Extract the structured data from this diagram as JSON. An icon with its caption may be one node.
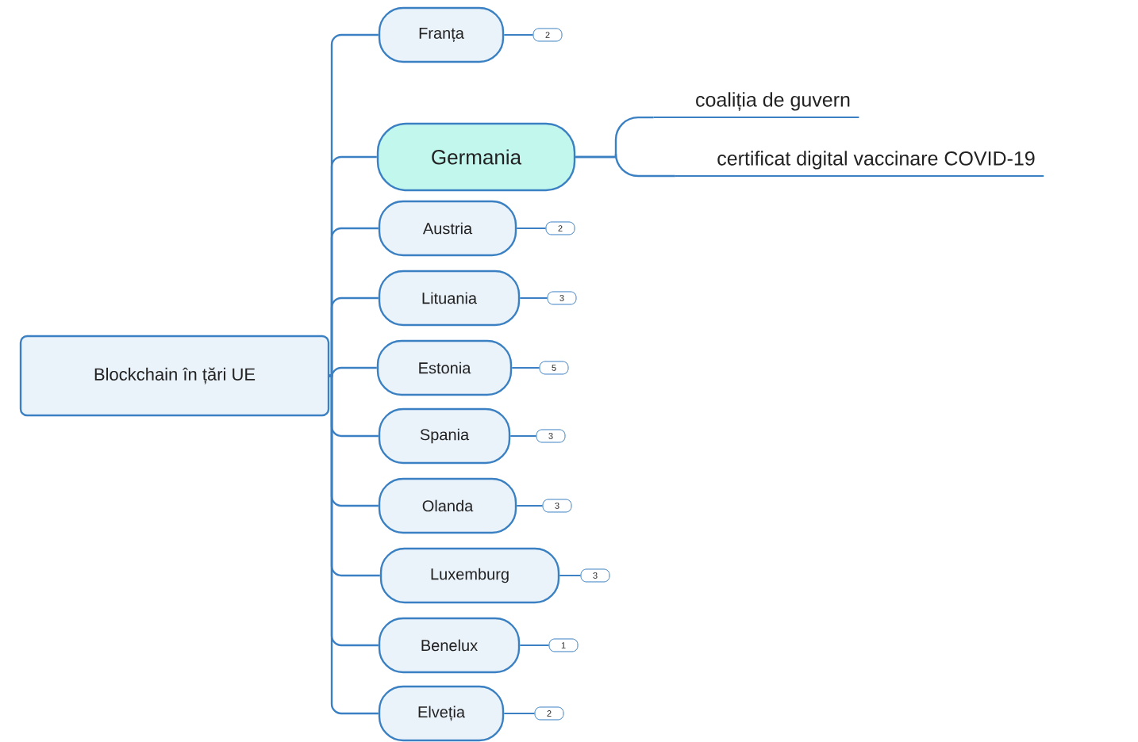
{
  "diagram": {
    "nodes": [
      {
        "text": [
          "Blockchain în țări UE"
        ]
      },
      {
        "text": [
          "Franța"
        ]
      },
      {
        "text": [
          "2"
        ]
      },
      {
        "text": [
          "Germania"
        ]
      },
      {
        "text": [
          "coaliția de guvern"
        ]
      },
      {
        "text": [
          "certificat digital vaccinare COVID-19"
        ]
      },
      {
        "text": [
          "Austria"
        ]
      },
      {
        "text": [
          "2"
        ]
      },
      {
        "text": [
          "Lituania"
        ]
      },
      {
        "text": [
          "3"
        ]
      },
      {
        "text": [
          "Estonia"
        ]
      },
      {
        "text": [
          "5"
        ]
      },
      {
        "text": [
          "Spania"
        ]
      },
      {
        "text": [
          "3"
        ]
      },
      {
        "text": [
          "Olanda"
        ]
      },
      {
        "text": [
          "3"
        ]
      },
      {
        "text": [
          "Luxemburg"
        ]
      },
      {
        "text": [
          "3"
        ]
      },
      {
        "text": [
          "Benelux"
        ]
      },
      {
        "text": [
          "1"
        ]
      },
      {
        "text": [
          "Elveția"
        ]
      },
      {
        "text": [
          "2"
        ]
      }
    ],
    "edges": [
      {
        "from": 0,
        "to": 1,
        "arrow": "none"
      },
      {
        "from": 0,
        "to": 3,
        "arrow": "none"
      },
      {
        "from": 0,
        "to": 6,
        "arrow": "none"
      },
      {
        "from": 0,
        "to": 8,
        "arrow": "none"
      },
      {
        "from": 0,
        "to": 10,
        "arrow": "none"
      },
      {
        "from": 0,
        "to": 12,
        "arrow": "none"
      },
      {
        "from": 0,
        "to": 14,
        "arrow": "none"
      },
      {
        "from": 0,
        "to": 16,
        "arrow": "none"
      },
      {
        "from": 0,
        "to": 18,
        "arrow": "none"
      },
      {
        "from": 0,
        "to": 20,
        "arrow": "none"
      },
      {
        "from": 1,
        "to": 2,
        "arrow": "none"
      },
      {
        "from": 3,
        "to": 4,
        "arrow": "none"
      },
      {
        "from": 3,
        "to": 5,
        "arrow": "none"
      },
      {
        "from": 6,
        "to": 7,
        "arrow": "none"
      },
      {
        "from": 8,
        "to": 9,
        "arrow": "none"
      },
      {
        "from": 10,
        "to": 11,
        "arrow": "none"
      },
      {
        "from": 12,
        "to": 13,
        "arrow": "none"
      },
      {
        "from": 14,
        "to": 15,
        "arrow": "none"
      },
      {
        "from": 16,
        "to": 17,
        "arrow": "none"
      },
      {
        "from": 18,
        "to": 19,
        "arrow": "none"
      },
      {
        "from": 20,
        "to": 21,
        "arrow": "none"
      }
    ]
  }
}
